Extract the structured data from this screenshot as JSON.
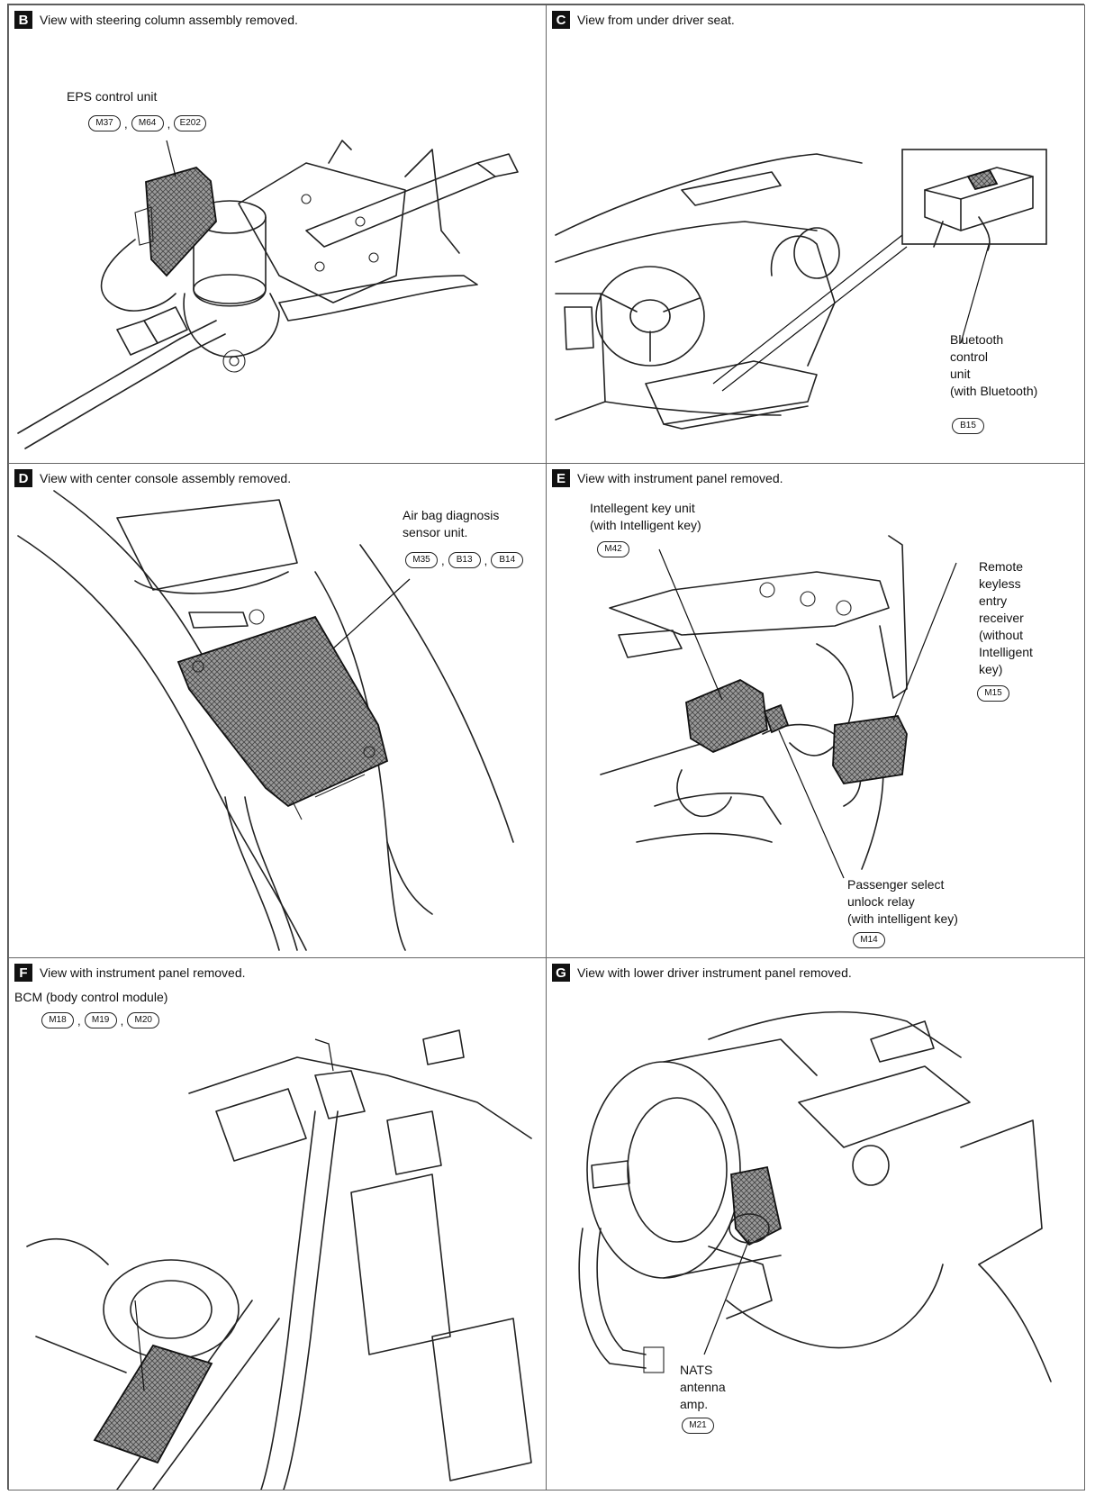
{
  "panels": {
    "b": {
      "letter": "B",
      "caption": "View with steering column assembly removed.",
      "label": "EPS control unit",
      "connectors": [
        "M37",
        "M64",
        "E202"
      ]
    },
    "c": {
      "letter": "C",
      "caption": "View from under driver seat.",
      "label_lines": [
        "Bluetooth",
        "control",
        "unit",
        "(with Bluetooth)"
      ],
      "connectors": [
        "B15"
      ]
    },
    "d": {
      "letter": "D",
      "caption": "View with center console assembly removed.",
      "label_lines": [
        "Air bag diagnosis",
        "sensor unit."
      ],
      "connectors": [
        "M35",
        "B13",
        "B14"
      ]
    },
    "e": {
      "letter": "E",
      "caption": "View with instrument panel removed.",
      "key_unit_lines": [
        "Intellegent key unit",
        "(with Intelligent key)"
      ],
      "key_unit_connectors": [
        "M42"
      ],
      "rke_lines": [
        "Remote",
        "keyless",
        "entry",
        "receiver",
        "(without",
        "Intelligent",
        "key)"
      ],
      "rke_connectors": [
        "M15"
      ],
      "relay_lines": [
        "Passenger select",
        "unlock relay",
        "(with intelligent key)"
      ],
      "relay_connectors": [
        "M14"
      ]
    },
    "f": {
      "letter": "F",
      "caption": "View with instrument panel removed.",
      "label": "BCM (body control module)",
      "connectors": [
        "M18",
        "M19",
        "M20"
      ]
    },
    "g": {
      "letter": "G",
      "caption": "View with lower driver instrument panel removed.",
      "label_lines": [
        "NATS",
        "antenna",
        "amp."
      ],
      "connectors": [
        "M21"
      ]
    }
  }
}
